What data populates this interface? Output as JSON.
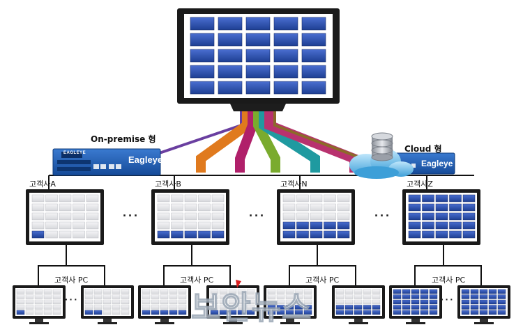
{
  "labels": {
    "on_premise": "On-premise 형",
    "cloud": "Cloud 형",
    "customer_a": "고객사A",
    "customer_b": "고객사B",
    "customer_n": "고객사N",
    "customer_z": "고객사Z",
    "customer_pc": "고객사 PC",
    "ellipsis": "···",
    "pc_ellipsis": "···"
  },
  "appliance": {
    "brand": "Eagleye",
    "badge": "EAGLEYE"
  },
  "watermark": "보안뉴스",
  "colors": {
    "tile_blue": "#2c4fa6",
    "tile_gray": "#e3e4e7",
    "appliance_blue": "#1f5cb0",
    "cables": [
      "#6a3fa0",
      "#e07a1e",
      "#b0206a",
      "#7aab2e",
      "#1f9aa0",
      "#b8326e",
      "#8c6a2a"
    ]
  }
}
